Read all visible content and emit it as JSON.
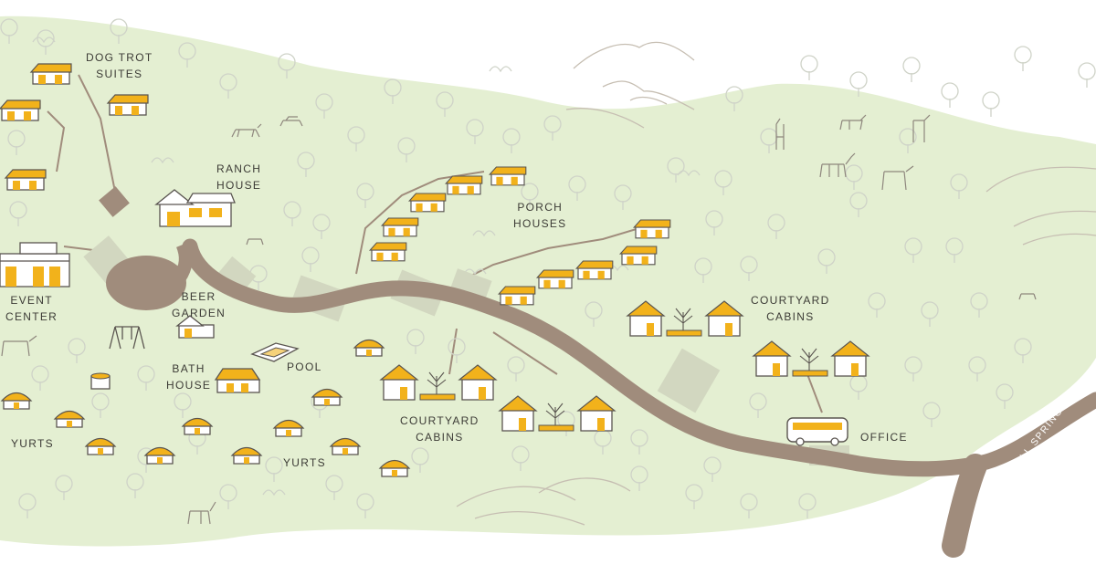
{
  "map": {
    "road_label": "BELL SPRINGS RO",
    "colors": {
      "land": "#e4efd2",
      "road": "#a08c7c",
      "lot": "#d2d7c0",
      "building_accent": "#f2b21b",
      "line": "#5a5550",
      "tree": "#cfd3c8",
      "hill": "#c6beb2"
    },
    "labels": {
      "dog_trot": [
        "DOG TROT",
        "SUITES"
      ],
      "ranch_house": [
        "RANCH",
        "HOUSE"
      ],
      "porch_houses": [
        "PORCH",
        "HOUSES"
      ],
      "event_center": [
        "EVENT",
        "CENTER"
      ],
      "beer_garden": [
        "BEER",
        "GARDEN"
      ],
      "bath_house": [
        "BATH",
        "HOUSE"
      ],
      "pool": [
        "POOL"
      ],
      "yurts_west": [
        "YURTS"
      ],
      "yurts_south": [
        "YURTS"
      ],
      "courtyard_cabins_center": [
        "COURTYARD",
        "CABINS"
      ],
      "courtyard_cabins_east": [
        "COURTYARD",
        "CABINS"
      ],
      "office": [
        "OFFICE"
      ]
    }
  }
}
